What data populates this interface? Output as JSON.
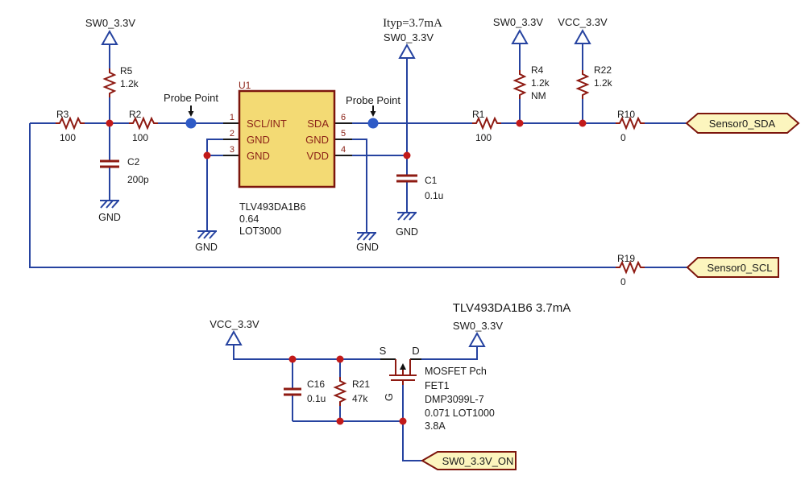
{
  "colors": {
    "wire_blue": "#2643a0",
    "component_red": "#8e1a12",
    "junction_red": "#c21a1a",
    "probe_blue": "#2f5bc7",
    "chip_fill": "#f3da74",
    "chip_border": "#7c150c",
    "port_fill": "#fcf5be",
    "port_border": "#7c150c",
    "text_black": "#1a1a1a",
    "background": "#ffffff"
  },
  "upper": {
    "power_sw0_left": "SW0_3.3V",
    "r5": {
      "ref": "R5",
      "value": "1.2k"
    },
    "r3": {
      "ref": "R3",
      "value": "100"
    },
    "r2": {
      "ref": "R2",
      "value": "100"
    },
    "c2": {
      "ref": "C2",
      "value": "200p"
    },
    "gnd_c2": "GND",
    "probe_left": "Probe Point",
    "probe_right": "Probe Point",
    "u1": {
      "ref": "U1",
      "part": "TLV493DA1B6",
      "spec": "0.64",
      "lot": "LOT3000",
      "pins_left": [
        {
          "num": "1",
          "name": "SCL/INT"
        },
        {
          "num": "2",
          "name": "GND"
        },
        {
          "num": "3",
          "name": "GND"
        }
      ],
      "pins_right": [
        {
          "num": "6",
          "name": "SDA"
        },
        {
          "num": "5",
          "name": "GND"
        },
        {
          "num": "4",
          "name": "VDD"
        }
      ]
    },
    "gnd_left": "GND",
    "gnd_right": "GND",
    "ityp": "Ityp=3.7mA",
    "power_sw0_mid": "SW0_3.3V",
    "c1": {
      "ref": "C1",
      "value": "0.1u"
    },
    "gnd_c1": "GND",
    "r1": {
      "ref": "R1",
      "value": "100"
    },
    "power_sw0_r4": "SW0_3.3V",
    "r4": {
      "ref": "R4",
      "value": "1.2k",
      "note": "NM"
    },
    "power_vcc_r22": "VCC_3.3V",
    "r22": {
      "ref": "R22",
      "value": "1.2k"
    },
    "r10": {
      "ref": "R10",
      "value": "0"
    },
    "port_sda": "Sensor0_SDA",
    "r19": {
      "ref": "R19",
      "value": "0"
    },
    "port_scl": "Sensor0_SCL"
  },
  "lower": {
    "note": "TLV493DA1B6 3.7mA",
    "power_vcc": "VCC_3.3V",
    "power_sw0": "SW0_3.3V",
    "c16": {
      "ref": "C16",
      "value": "0.1u"
    },
    "r21": {
      "ref": "R21",
      "value": "47k"
    },
    "fet": {
      "kind": "MOSFET Pch",
      "ref": "FET1",
      "part": "DMP3099L-7",
      "spec": "0.071 LOT1000",
      "rating": "3.8A",
      "pin_s": "S",
      "pin_d": "D",
      "pin_g": "G"
    },
    "port_on": "SW0_3.3V_ON"
  }
}
